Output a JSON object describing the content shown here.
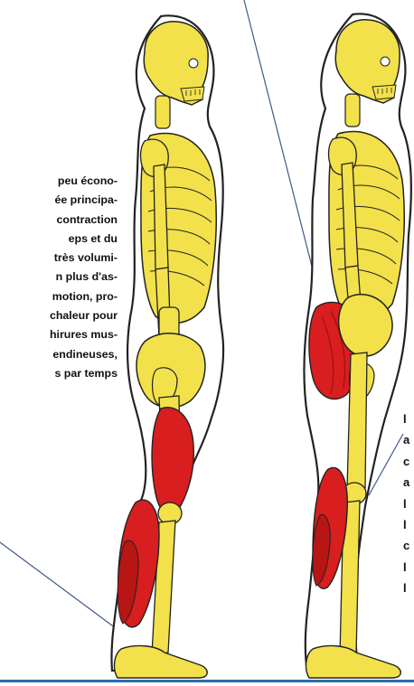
{
  "left_text": {
    "lines": [
      "peu écono-",
      "ée principa-",
      "contraction",
      "eps et du",
      "très volumi-",
      "n plus d'as-",
      "motion, pro-",
      "chaleur pour",
      "hirures mus-",
      "endineuses,",
      "s par temps"
    ]
  },
  "right_text": {
    "lines": [
      "l",
      "a",
      "c",
      "a",
      "l",
      "l",
      "c",
      "l",
      "l"
    ]
  },
  "colors": {
    "bone": "#f2e14a",
    "muscle": "#d81e1e",
    "outline": "#222222",
    "rule": "#2a6db0"
  },
  "figures": [
    {
      "name": "skeleton-figure-left",
      "highlighted_muscles": [
        "quadriceps",
        "calf"
      ]
    },
    {
      "name": "skeleton-figure-right",
      "highlighted_muscles": [
        "gluteus",
        "calf"
      ]
    }
  ]
}
